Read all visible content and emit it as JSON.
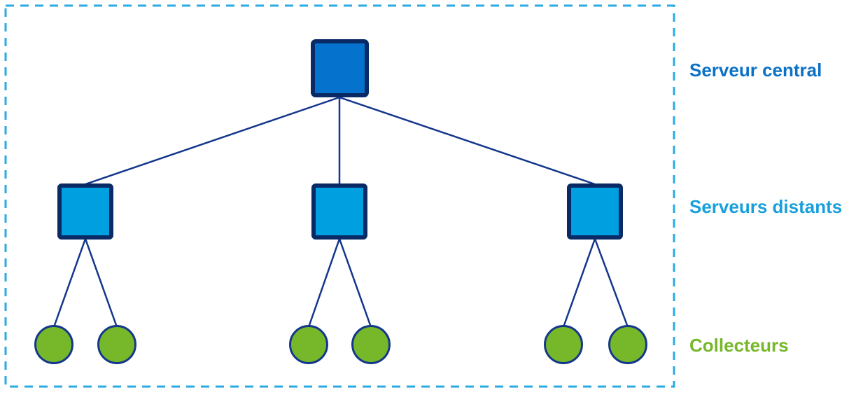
{
  "diagram": {
    "type": "hierarchy-tree",
    "labels": {
      "central": "Serveur central",
      "distant": "Serveurs distants",
      "collectors": "Collecteurs"
    },
    "node_counts": {
      "central": 1,
      "distant": 3,
      "collectors": 6
    },
    "colors": {
      "central_fill": "#0572CE",
      "central_label": "#0B71C7",
      "distant_fill": "#009FE0",
      "distant_label": "#189FDB",
      "collector_fill": "#76B82A",
      "collector_label": "#76B82A",
      "node_stroke": "#0A2A66",
      "connector": "#14368C",
      "dashed_border": "#29ABE2",
      "background": "#FFFFFF"
    }
  }
}
